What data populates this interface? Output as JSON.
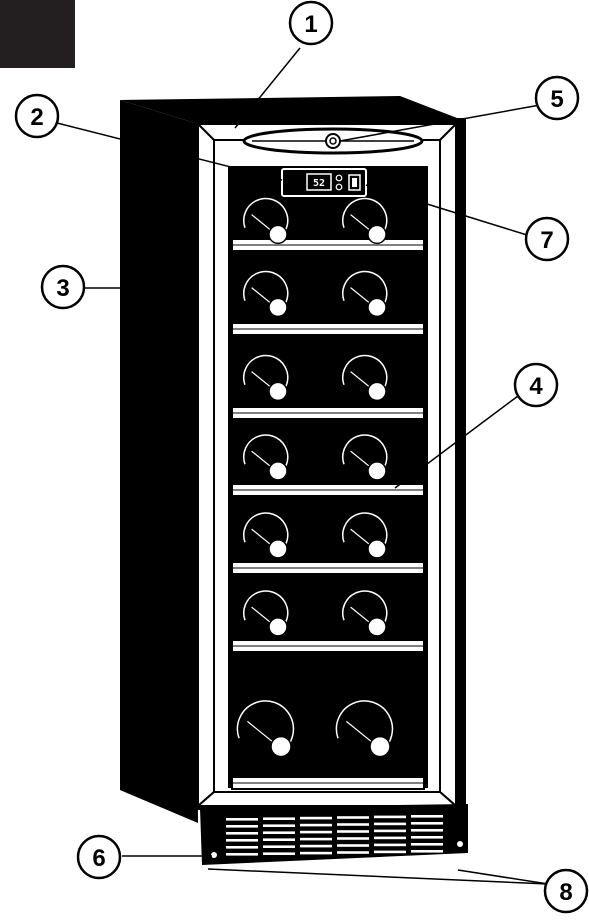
{
  "display": {
    "temperature": "52"
  },
  "callouts": [
    {
      "number": "1",
      "part": "door-frame-top"
    },
    {
      "number": "2",
      "part": "control-panel"
    },
    {
      "number": "3",
      "part": "cabinet"
    },
    {
      "number": "4",
      "part": "wine-shelf"
    },
    {
      "number": "5",
      "part": "door-lock"
    },
    {
      "number": "6",
      "part": "front-grille-screw"
    },
    {
      "number": "7",
      "part": "display"
    },
    {
      "number": "8",
      "part": "leveling-legs"
    }
  ],
  "shelves": {
    "count": 7,
    "bottles_per_shelf": 2
  },
  "colors": {
    "ink": "#000000",
    "paper": "#ffffff"
  }
}
